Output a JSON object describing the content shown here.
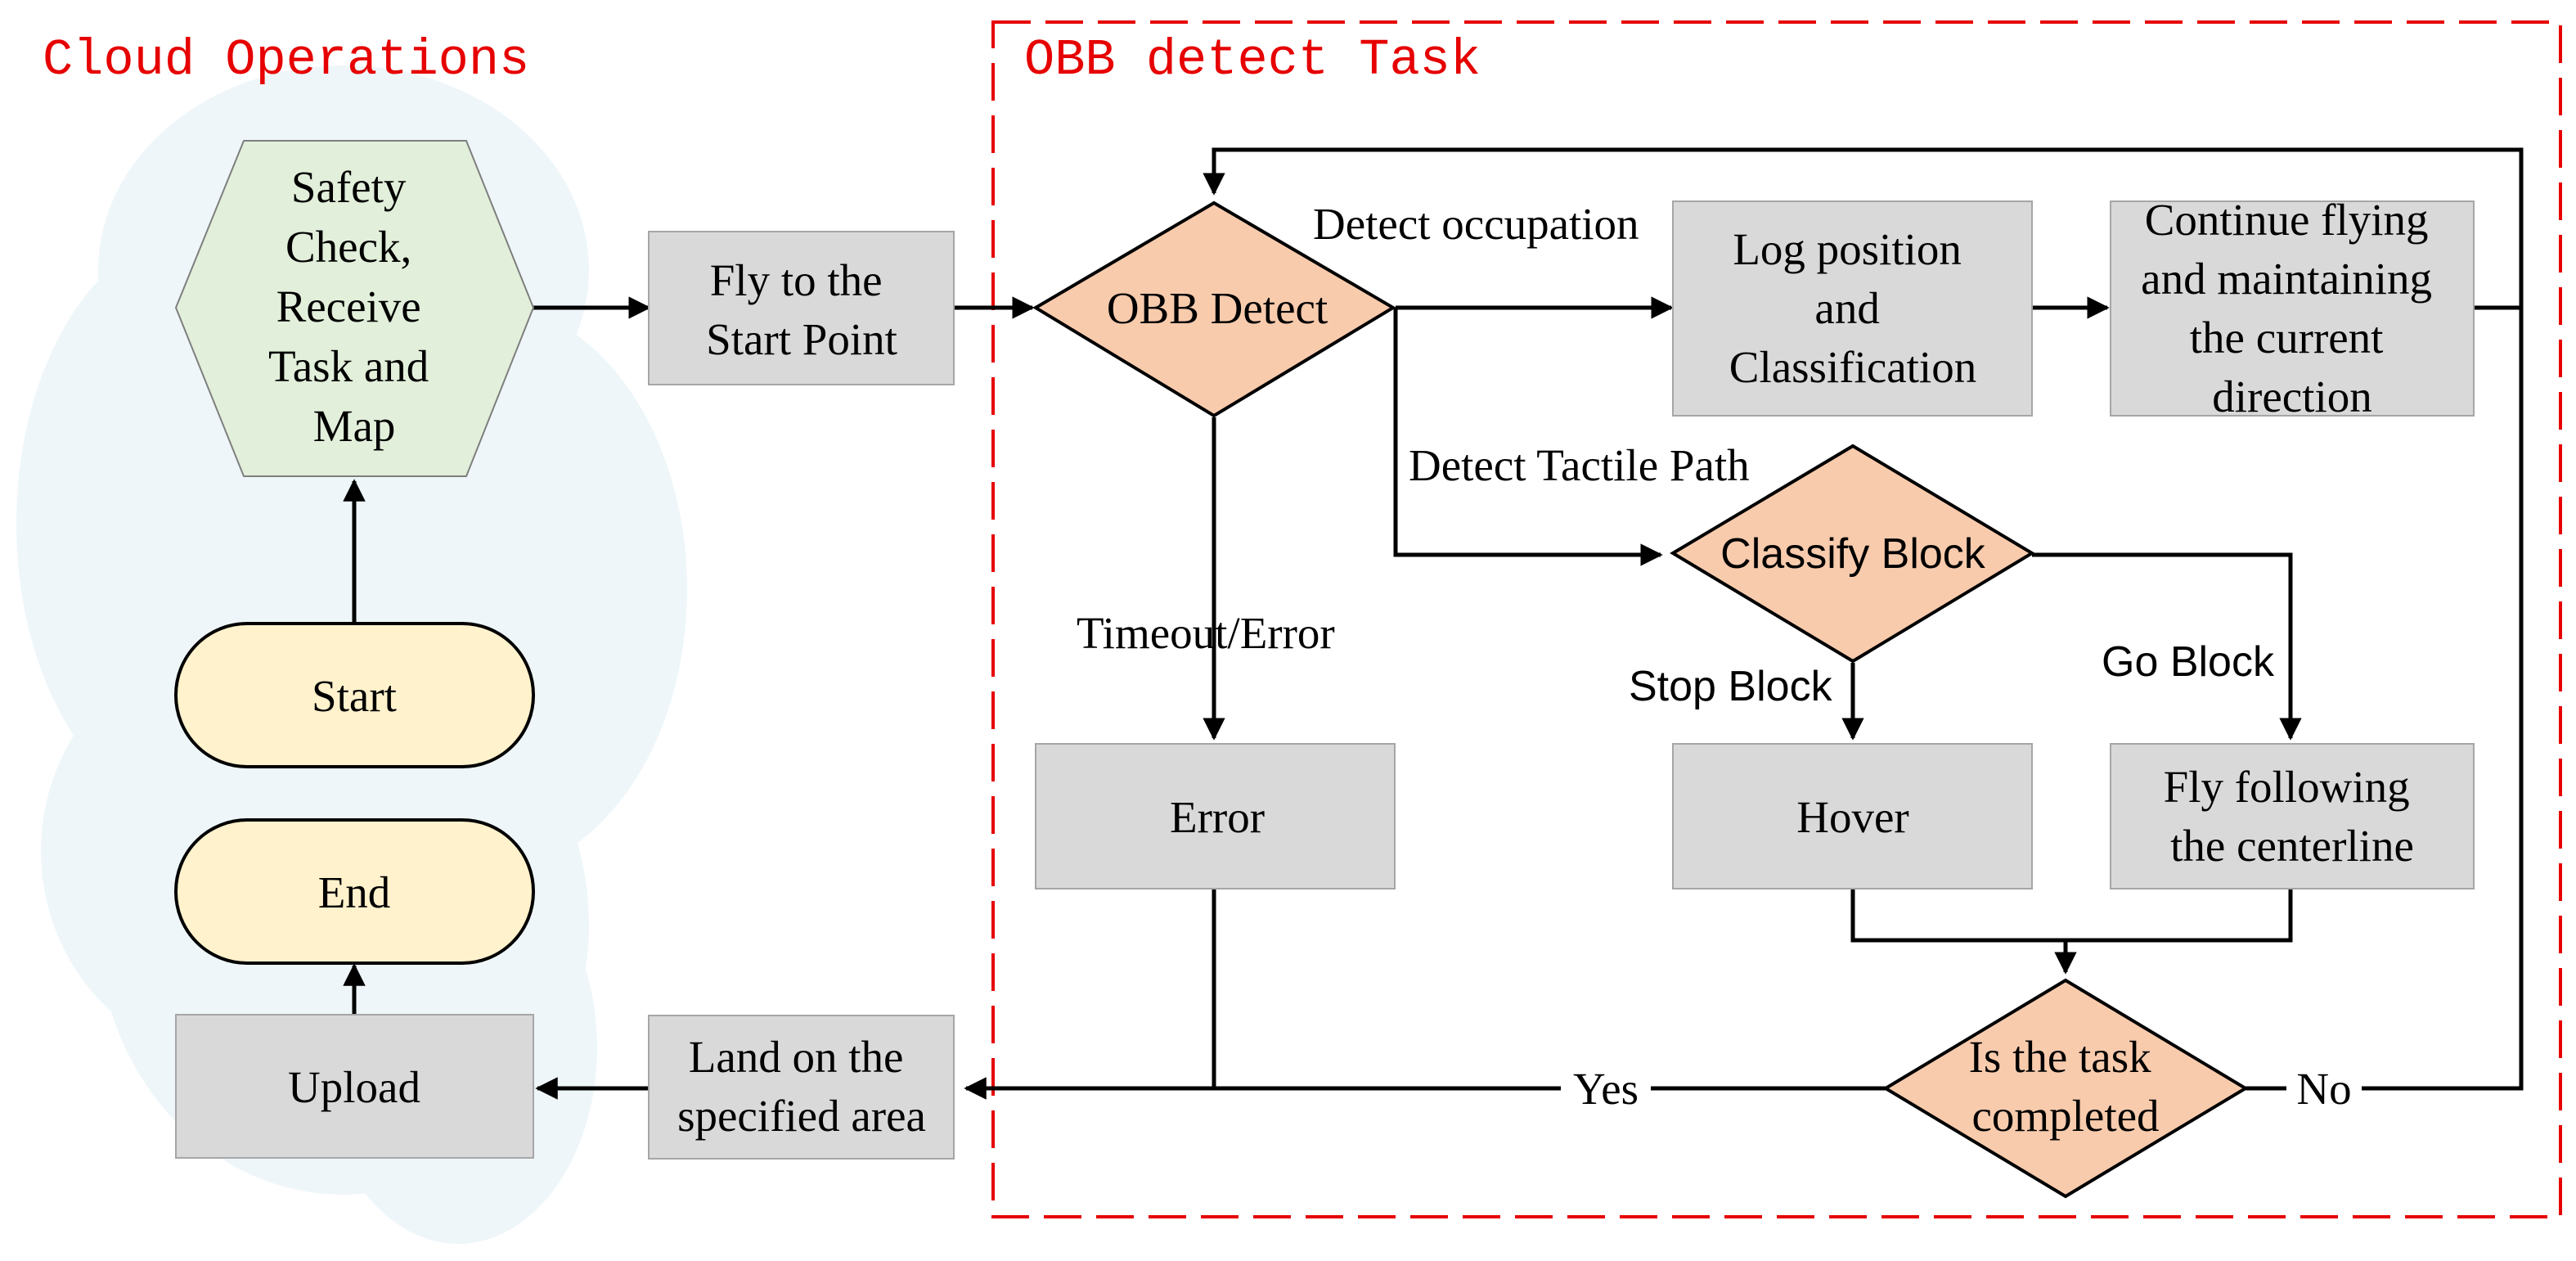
{
  "regions": {
    "cloud_title": "Cloud Operations",
    "task_title": "OBB detect Task"
  },
  "nodes": {
    "safety_check": [
      "Safety",
      "Check,",
      "Receive",
      "Task and",
      "Map"
    ],
    "start": "Start",
    "end": "End",
    "upload": "Upload",
    "fly_to_start": [
      "Fly to the",
      "Start Point"
    ],
    "land": [
      "Land on the",
      "specified area"
    ],
    "obb_detect": "OBB Detect",
    "log_position": [
      "Log  position",
      "and",
      "Classification"
    ],
    "continue_flying": [
      "Continue flying",
      "and maintaining",
      "the current",
      "direction"
    ],
    "classify_block": "Classify Block",
    "error": "Error",
    "hover": "Hover",
    "fly_following": [
      "Fly following",
      "the centerline"
    ],
    "task_completed": [
      "Is the task",
      "completed"
    ]
  },
  "edge_labels": {
    "detect_occupation": "Detect occupation",
    "detect_tactile_path": "Detect Tactile Path",
    "timeout_error": "Timeout/Error",
    "stop_block": "Stop Block",
    "go_block": "Go Block",
    "yes": "Yes",
    "no": "No"
  },
  "colors": {
    "frame": "#e60000",
    "process_fill": "#d9d9d9",
    "decision_fill": "#f8cbad",
    "terminal_fill": "#fff2cc",
    "start_hexagon_fill": "#e2efda",
    "cloud_fill": "#eef6f9"
  }
}
